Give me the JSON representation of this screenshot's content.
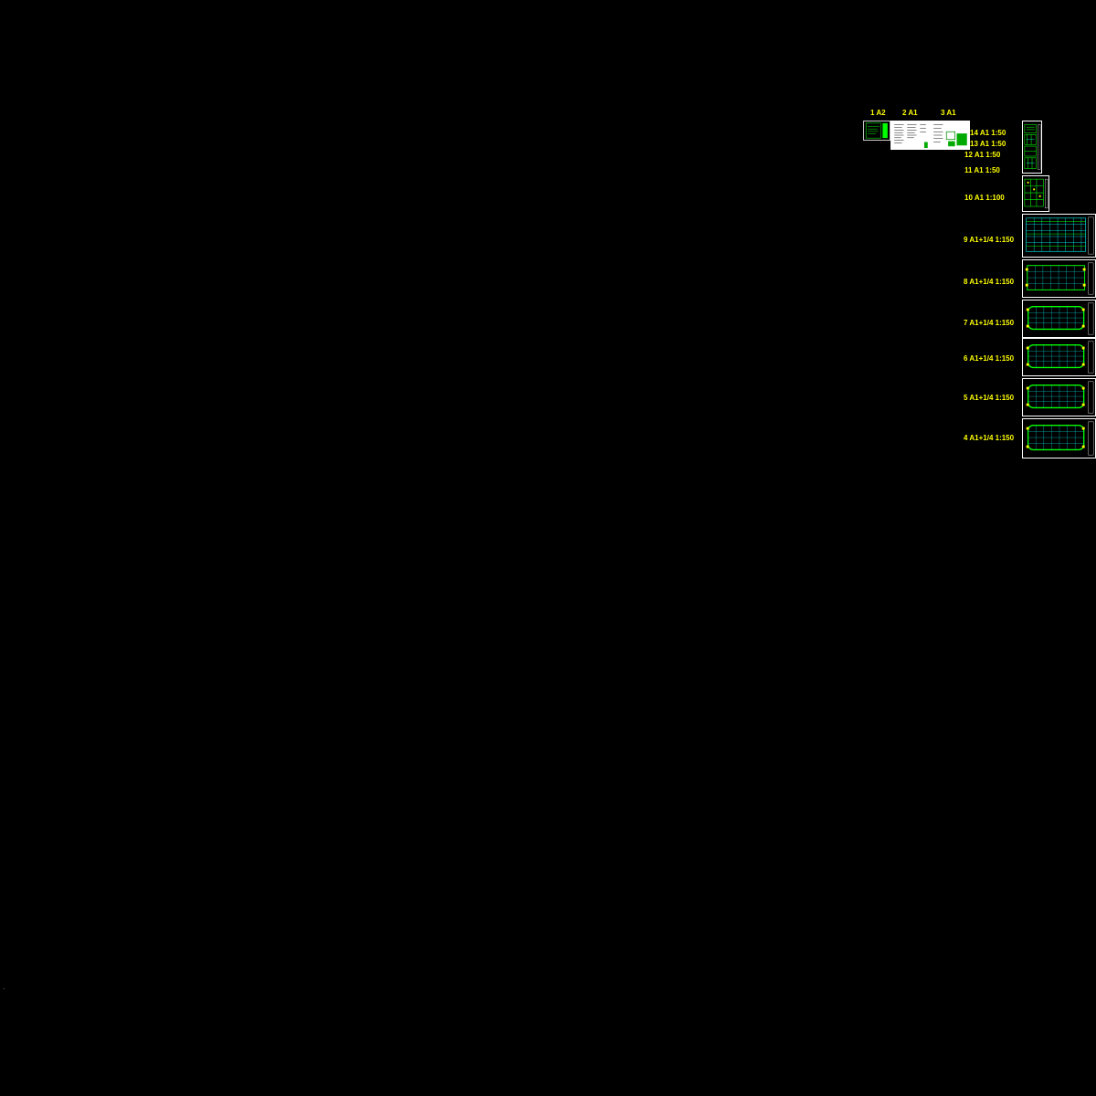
{
  "top_labels": [
    "1 A2",
    "2 A1",
    "3 A1"
  ],
  "side_labels": [
    "14 A1 1:50",
    "13 A1 1:50",
    "12 A1 1:50",
    "11 A1 1:50",
    "10 A1 1:100",
    "9 A1+1/4 1:150",
    "8 A1+1/4 1:150",
    "7 A1+1/4 1:150",
    "6 A1+1/4 1:150",
    "5 A1+1/4 1:150",
    "4 A1+1/4 1:150"
  ],
  "colors": {
    "background": "#000000",
    "label": "#ffff00",
    "sheet_border": "#ffffff",
    "drawing_line": "#00ff00",
    "drawing_alt": "#00ffff"
  }
}
